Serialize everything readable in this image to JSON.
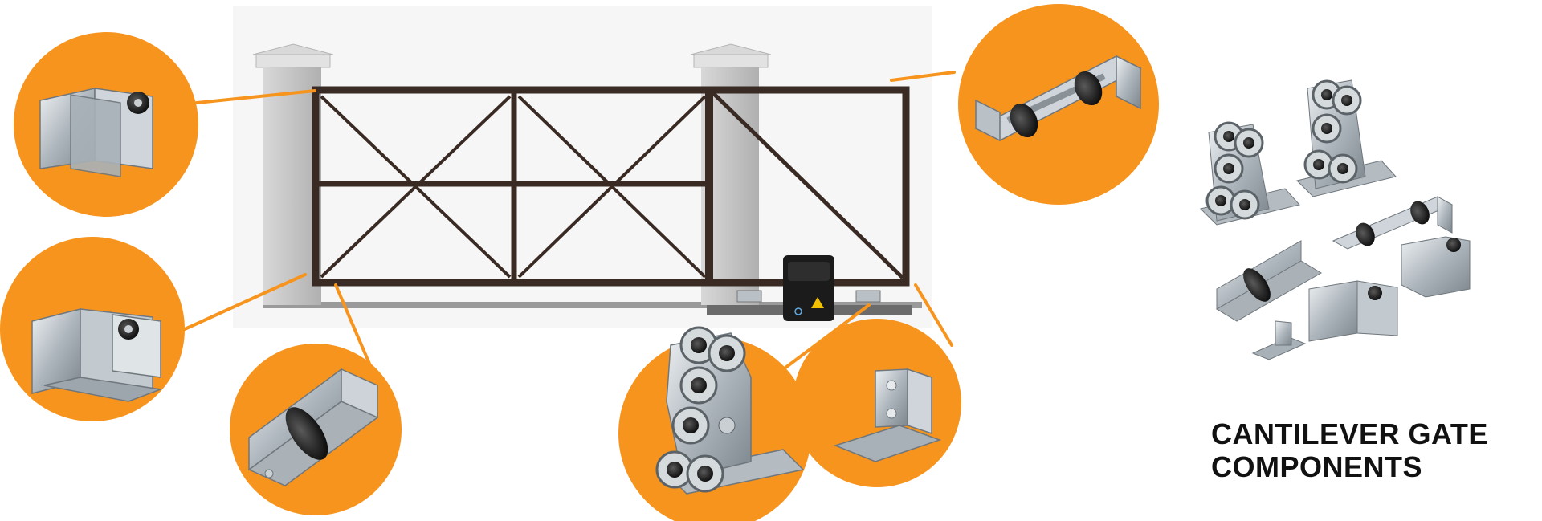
{
  "title": {
    "line1": "CANTILEVER GATE",
    "line2": "COMPONENTS"
  },
  "colors": {
    "accent": "#F7941D",
    "frame": "#3a2a24",
    "pillar": "#c8c8c8",
    "metal": "#b9c0c6"
  },
  "parts": [
    {
      "id": "upper-guide",
      "icon": "guide-bracket-icon"
    },
    {
      "id": "end-catcher-upper",
      "icon": "catcher-bracket-icon"
    },
    {
      "id": "end-roller",
      "icon": "end-roller-icon"
    },
    {
      "id": "roller-carriage",
      "icon": "roller-carriage-icon"
    },
    {
      "id": "lower-catcher",
      "icon": "lower-catcher-icon"
    },
    {
      "id": "top-guide-rollers",
      "icon": "top-guide-rollers-icon"
    }
  ]
}
